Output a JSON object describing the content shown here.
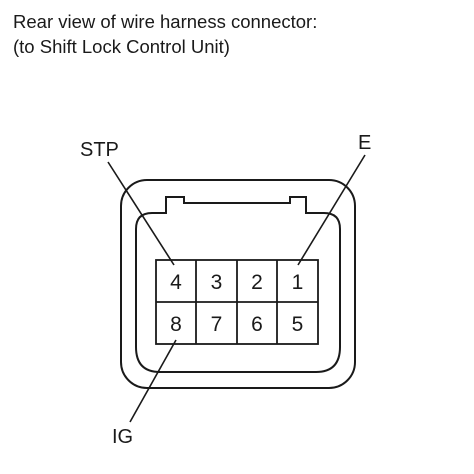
{
  "caption": {
    "line1": "Rear view of wire harness connector:",
    "line2": "(to Shift Lock Control Unit)"
  },
  "connector": {
    "pins_top": [
      "4",
      "3",
      "2",
      "1"
    ],
    "pins_bottom": [
      "8",
      "7",
      "6",
      "5"
    ]
  },
  "callouts": {
    "stp": "STP",
    "e": "E",
    "ig": "IG"
  }
}
